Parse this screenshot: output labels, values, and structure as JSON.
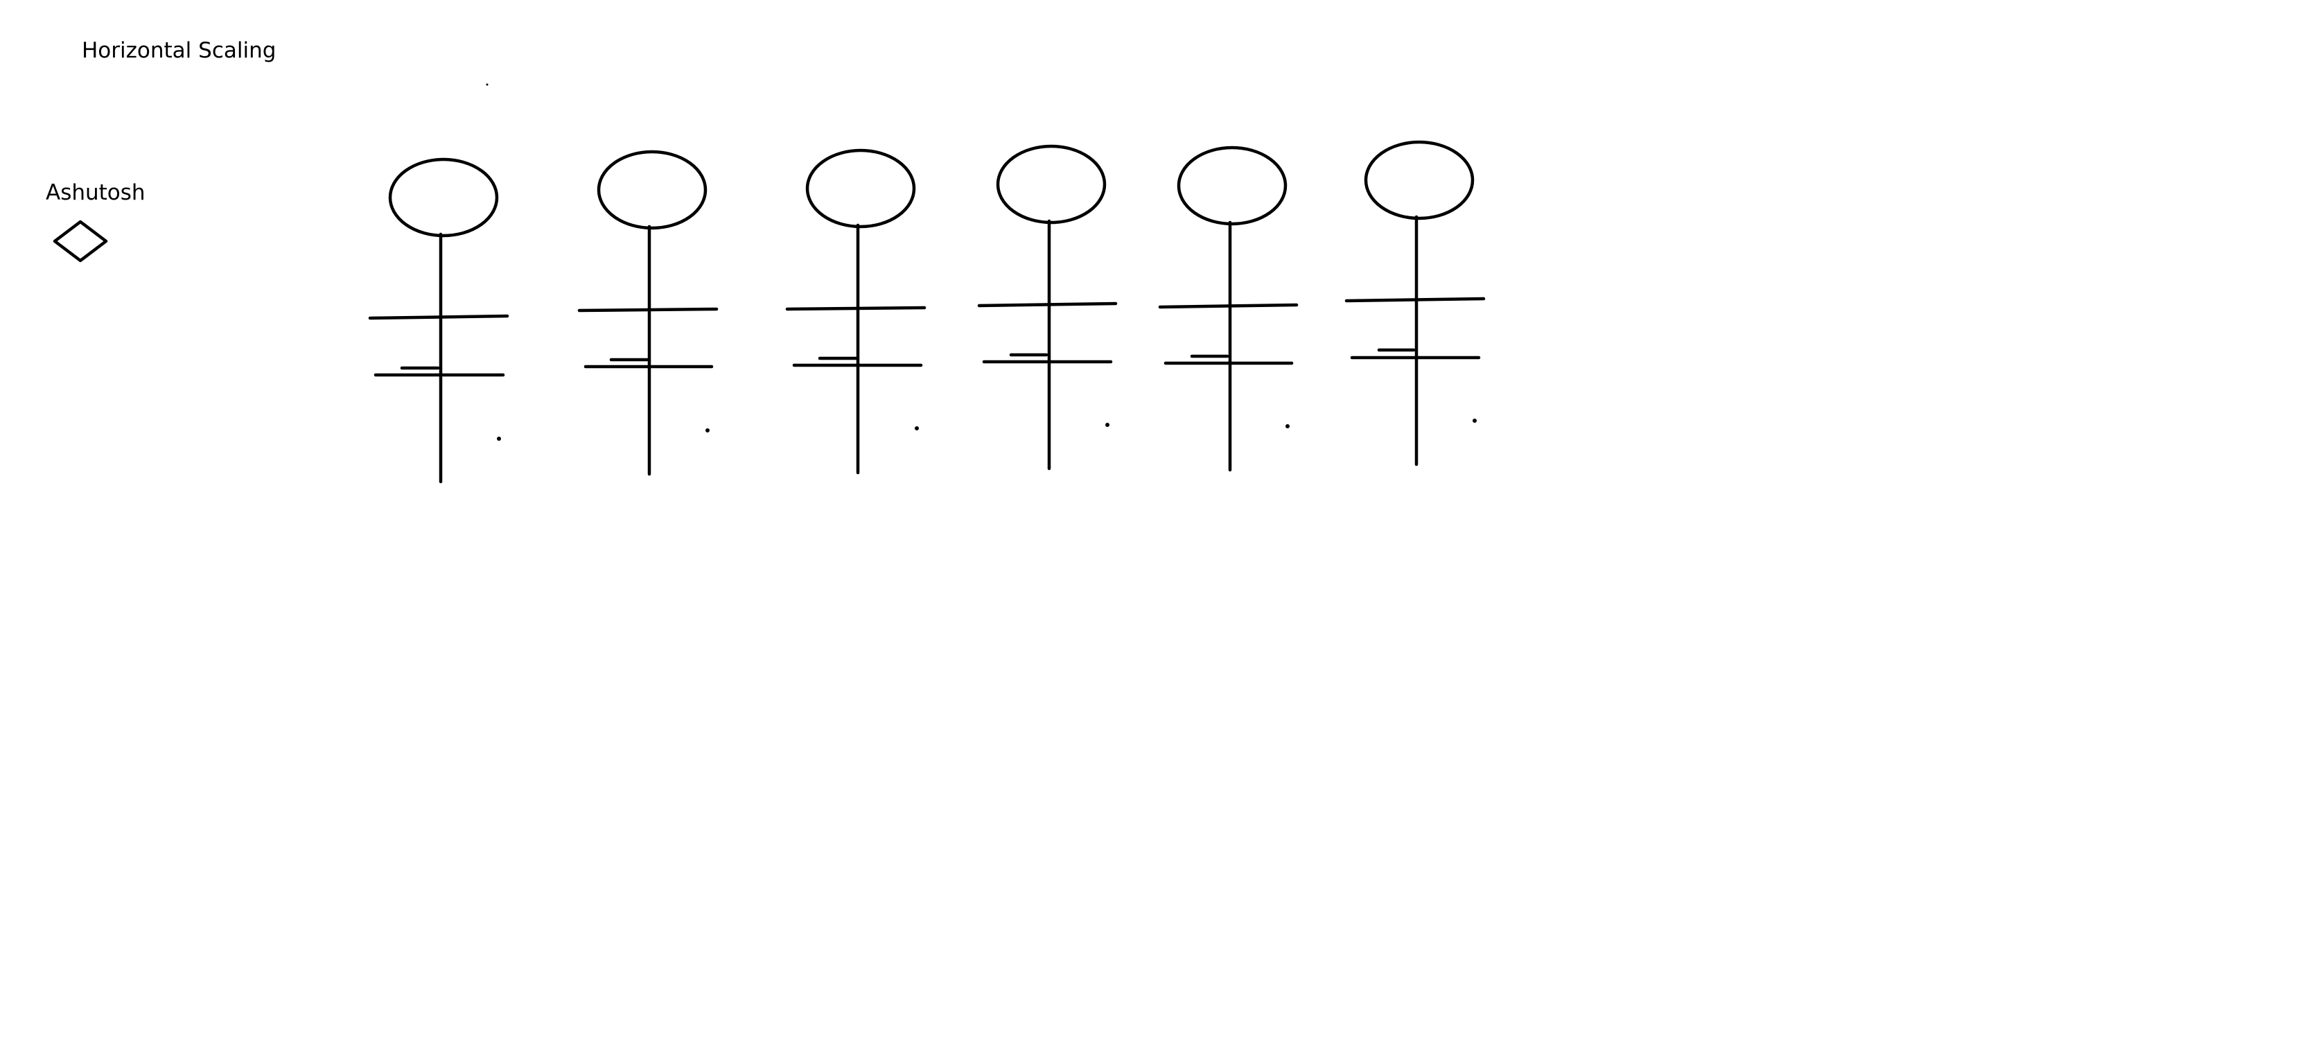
{
  "title": "Horizontal Scaling",
  "person": {
    "name": "Ashutosh",
    "icon": "diamond-icon"
  },
  "figures": {
    "count": 6,
    "icon": "stick-figure-icon",
    "stroke_color": "#000000"
  }
}
